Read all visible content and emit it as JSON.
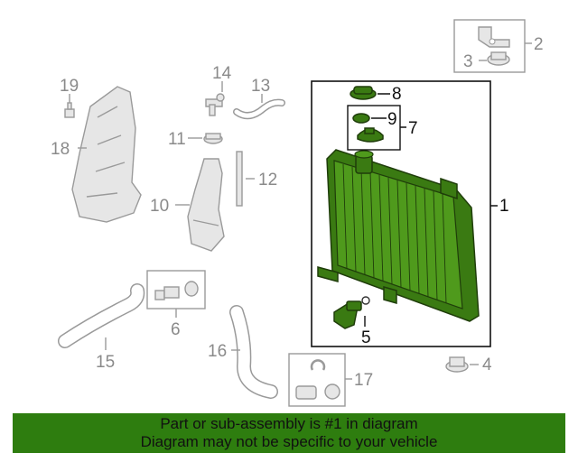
{
  "colors": {
    "highlight_part": "#3a7a12",
    "banner_bg": "#2e7d0f",
    "line_gray": "#9a9a9a",
    "part_gray": "#e6e6e6"
  },
  "callouts": {
    "c1": "1",
    "c2": "2",
    "c3": "3",
    "c4": "4",
    "c5": "5",
    "c6": "6",
    "c7": "7",
    "c8": "8",
    "c9": "9",
    "c10": "10",
    "c11": "11",
    "c12": "12",
    "c13": "13",
    "c14": "14",
    "c15": "15",
    "c16": "16",
    "c17": "17",
    "c18": "18",
    "c19": "19"
  },
  "banner": {
    "line1": "Part or sub-assembly is #1 in diagram",
    "line2": "Diagram may not be specific to your vehicle"
  }
}
